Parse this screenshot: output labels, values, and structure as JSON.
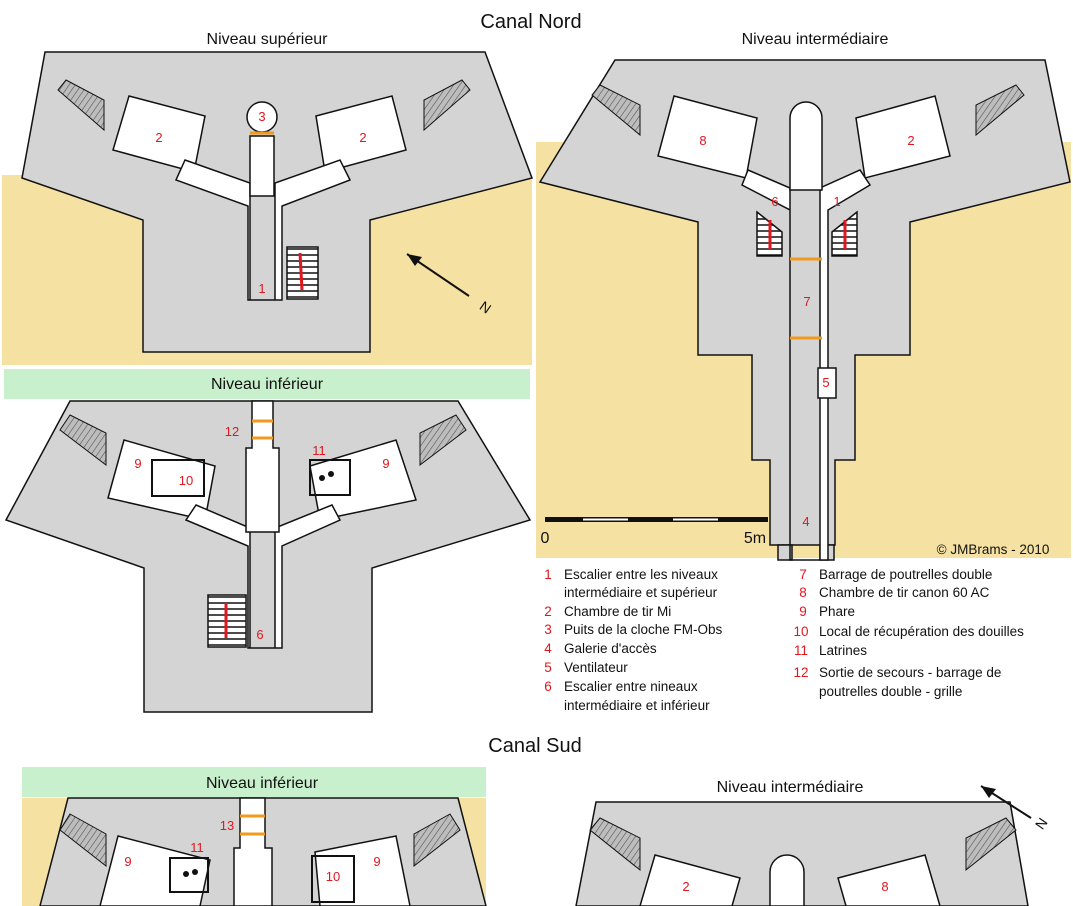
{
  "sections": {
    "canal_nord": "Canal Nord",
    "canal_sud": "Canal Sud"
  },
  "levels": {
    "nord_superieur": "Niveau supérieur",
    "nord_intermediaire": "Niveau intermédiaire",
    "nord_inferieur": "Niveau inférieur",
    "sud_inferieur": "Niveau inférieur",
    "sud_intermediaire": "Niveau intermédiaire"
  },
  "scale": {
    "start": "0",
    "end": "5m"
  },
  "copyright": "©  JMBrams - 2010",
  "north_label": "N",
  "rooms": {
    "sup": [
      "2",
      "3",
      "2",
      "1"
    ],
    "int": [
      "8",
      "2",
      "6",
      "1",
      "7",
      "5",
      "4"
    ],
    "inf": [
      "12",
      "11",
      "9",
      "10",
      "9",
      "6"
    ],
    "sud_inf": [
      "13",
      "9",
      "11",
      "10",
      "9"
    ],
    "sud_int": [
      "2",
      "8"
    ]
  },
  "legend": {
    "left": [
      {
        "num": "1",
        "lines": [
          "Escalier entre les niveaux",
          "intermédiaire et supérieur"
        ]
      },
      {
        "num": "2",
        "lines": [
          "Chambre de tir Mi"
        ]
      },
      {
        "num": "3",
        "lines": [
          "Puits de la cloche FM-Obs"
        ]
      },
      {
        "num": "4",
        "lines": [
          "Galerie d'accès"
        ]
      },
      {
        "num": "5",
        "lines": [
          "Ventilateur"
        ]
      },
      {
        "num": "6",
        "lines": [
          "Escalier entre nineaux",
          "intermédiaire et inférieur"
        ]
      }
    ],
    "right": [
      {
        "num": "7",
        "lines": [
          "Barrage de poutrelles double"
        ]
      },
      {
        "num": "8",
        "lines": [
          "Chambre de tir canon 60 AC"
        ]
      },
      {
        "num": "9",
        "lines": [
          "Phare"
        ]
      },
      {
        "num": "10",
        "lines": [
          "Local de récupération des douilles"
        ]
      },
      {
        "num": "11",
        "lines": [
          "Latrines"
        ]
      },
      {
        "num": "12",
        "lines": [
          "Sortie de secours - barrage de",
          "poutrelles double - grille"
        ]
      }
    ]
  },
  "colors": {
    "sand": "#f5e2a3",
    "concrete": "#d4d4d4",
    "level_band": "#c9f0cc",
    "barrier": "#f29a1e",
    "room_number": "#e0171e"
  }
}
